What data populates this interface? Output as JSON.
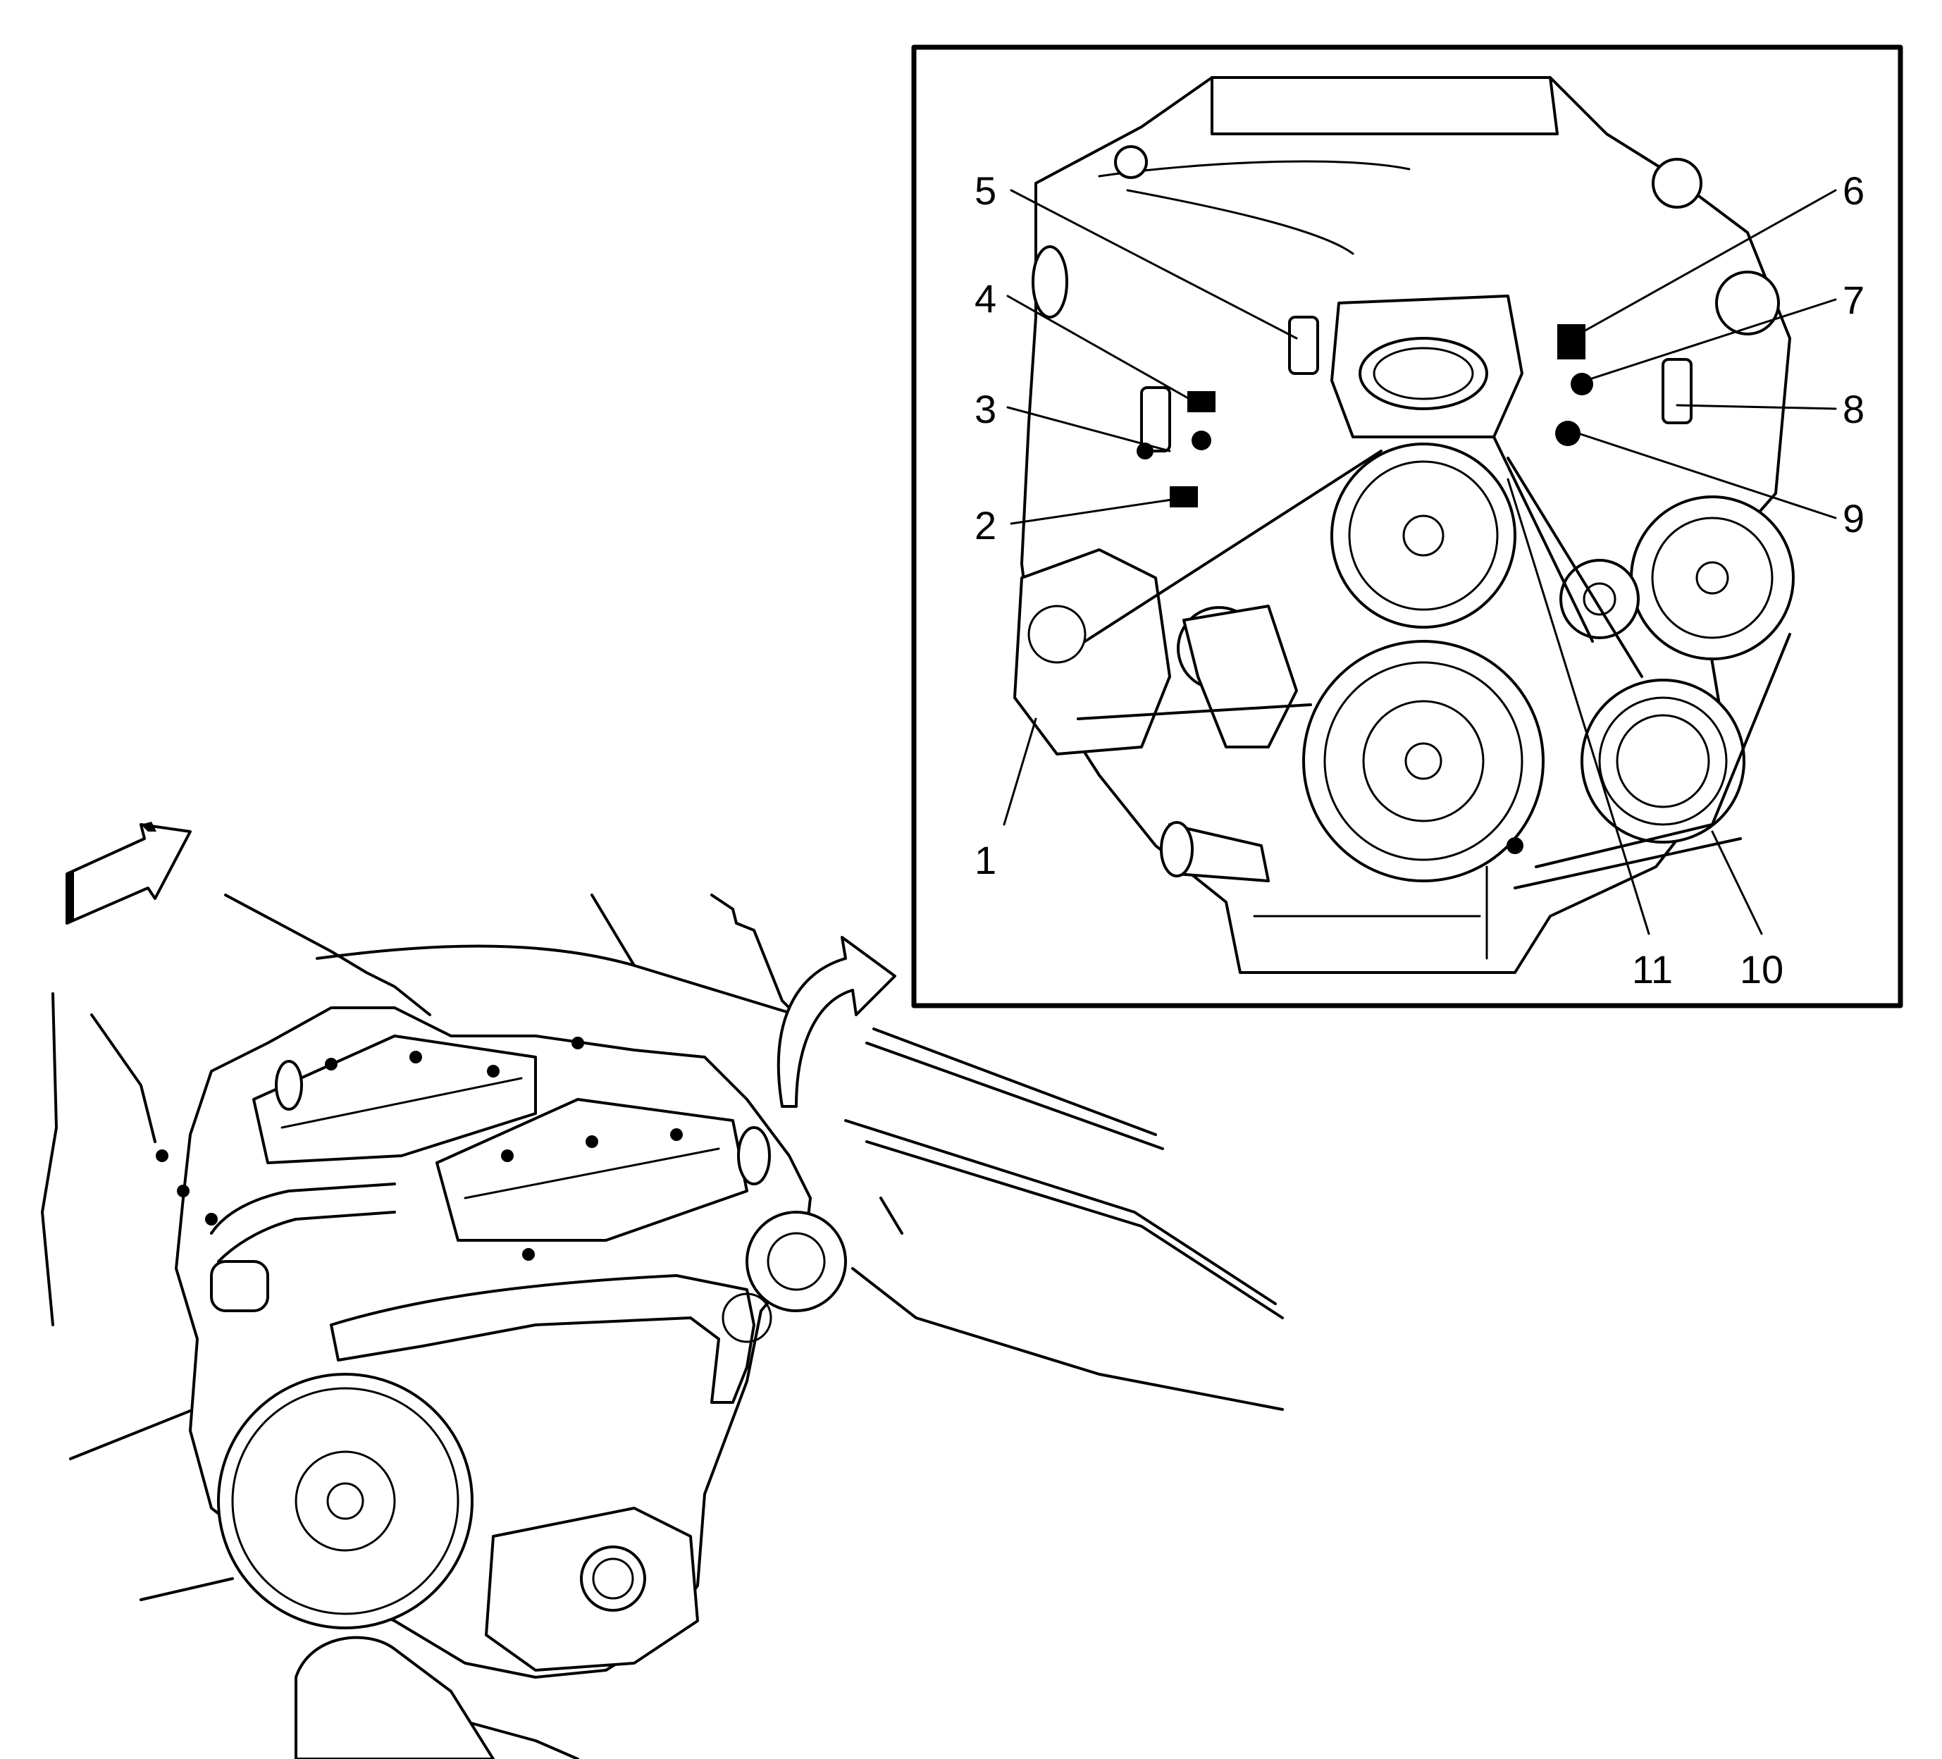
{
  "callouts": [
    {
      "id": "1",
      "text": "1"
    },
    {
      "id": "2",
      "text": "2"
    },
    {
      "id": "3",
      "text": "3"
    },
    {
      "id": "4",
      "text": "4"
    },
    {
      "id": "5",
      "text": "5"
    },
    {
      "id": "6",
      "text": "6"
    },
    {
      "id": "7",
      "text": "7"
    },
    {
      "id": "8",
      "text": "8"
    },
    {
      "id": "9",
      "text": "9"
    },
    {
      "id": "10",
      "text": "10"
    },
    {
      "id": "11",
      "text": "11"
    }
  ],
  "colors": {
    "line": "#000000",
    "background": "#ffffff"
  },
  "icons": {
    "view_direction": "arrow-icon",
    "zoom_link": "curved-arrow-icon"
  }
}
